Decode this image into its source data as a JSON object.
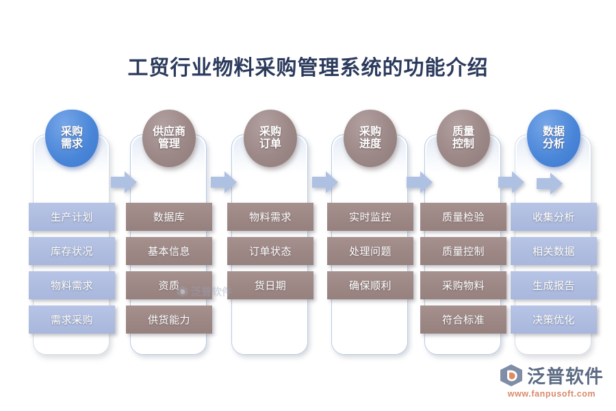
{
  "page": {
    "title": "工贸行业物料采购管理系统的功能介绍",
    "title_color": "#2b3a5c",
    "background_color": "#ffffff"
  },
  "theme": {
    "blue_head": "#4a86d8",
    "brown_head": "#9c8887",
    "blue_item": "#afbde0",
    "brown_item": "#9d8886",
    "arrow_color": "#aec1e2",
    "card_border": "#b9cbe6"
  },
  "columns": [
    {
      "head_line1": "采购",
      "head_line2": "需求",
      "head_color": "blue",
      "item_color": "blue",
      "items": [
        "生产计划",
        "库存状况",
        "物料需求",
        "需求采购"
      ]
    },
    {
      "head_line1": "供应商",
      "head_line2": "管理",
      "head_color": "brown",
      "item_color": "brown",
      "items": [
        "数据库",
        "基本信息",
        "资质",
        "供货能力"
      ]
    },
    {
      "head_line1": "采购",
      "head_line2": "订单",
      "head_color": "brown",
      "item_color": "brown",
      "items": [
        "物料需求",
        "订单状态",
        "货日期"
      ]
    },
    {
      "head_line1": "采购",
      "head_line2": "进度",
      "head_color": "brown",
      "item_color": "brown",
      "items": [
        "实时监控",
        "处理问题",
        "确保顺利"
      ]
    },
    {
      "head_line1": "质量",
      "head_line2": "控制",
      "head_color": "brown",
      "item_color": "brown",
      "items": [
        "质量检验",
        "质量控制",
        "采购物料",
        "符合标准"
      ]
    },
    {
      "head_line1": "数据",
      "head_line2": "分析",
      "head_color": "blue",
      "item_color": "blue",
      "items": [
        "收集分析",
        "相关数据",
        "生成报告",
        "决策优化"
      ]
    }
  ],
  "arrows": [
    {
      "name": "arrow-1-to-2"
    },
    {
      "name": "arrow-2-to-3"
    },
    {
      "name": "arrow-3-to-4"
    },
    {
      "name": "arrow-4-to-5"
    },
    {
      "name": "arrow-5-to-6"
    },
    {
      "name": "arrow-final"
    }
  ],
  "logo": {
    "text": "泛普软件",
    "url": "www.fanpusoft.com",
    "text_color": "#5c6b84",
    "url_color": "#d98a6a"
  },
  "watermark": {
    "text": "泛普软件"
  }
}
